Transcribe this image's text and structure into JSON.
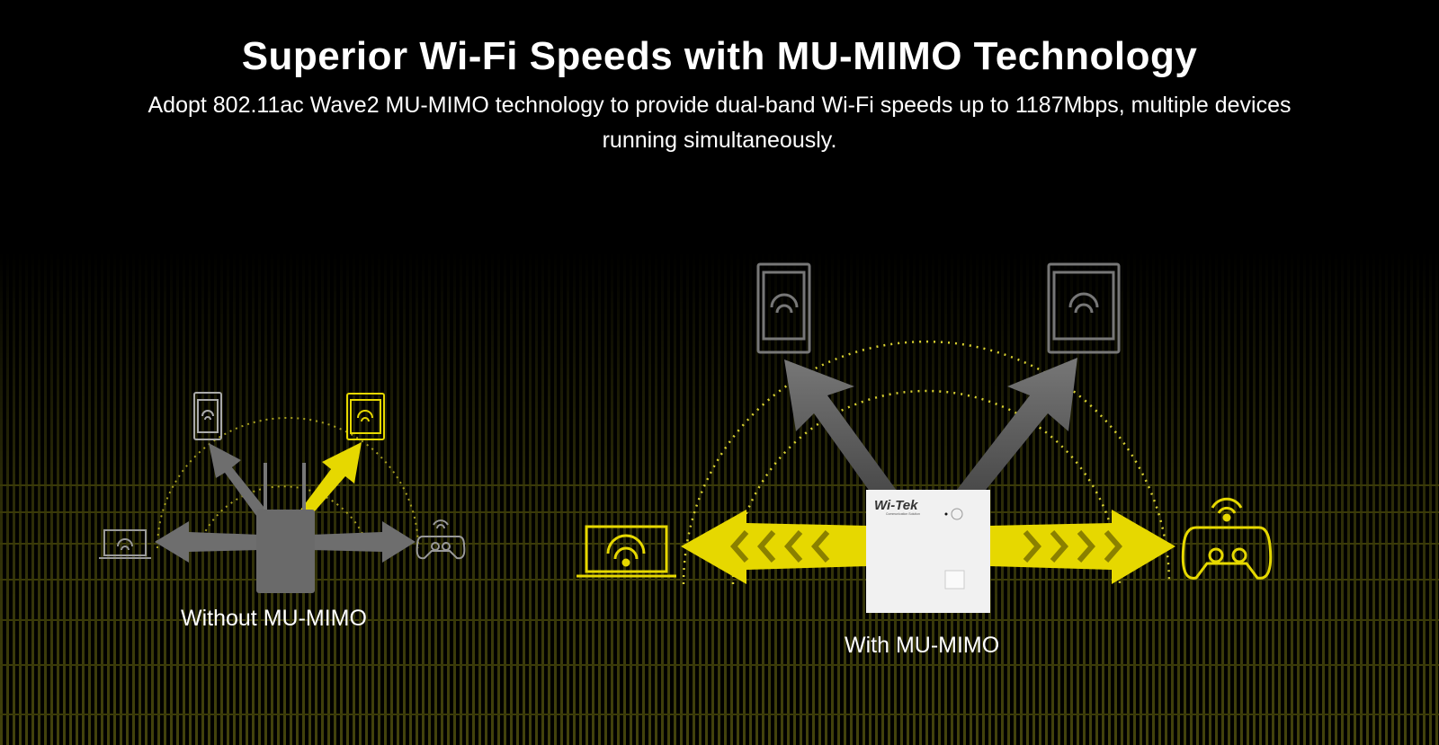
{
  "header": {
    "title": "Superior Wi-Fi Speeds with MU-MIMO Technology",
    "subtitle": "Adopt 802.11ac Wave2 MU-MIMO technology to provide dual-band Wi-Fi speeds up to 1187Mbps, multiple devices running simultaneously."
  },
  "scenes": {
    "without_label": "Without MU-MIMO",
    "with_label": "With MU-MIMO"
  },
  "product": {
    "brand": "Wi-Tek",
    "tagline": "Communication Solution"
  },
  "colors": {
    "accent": "#f0e000",
    "gray": "#6e6e6e",
    "background": "#000000"
  }
}
